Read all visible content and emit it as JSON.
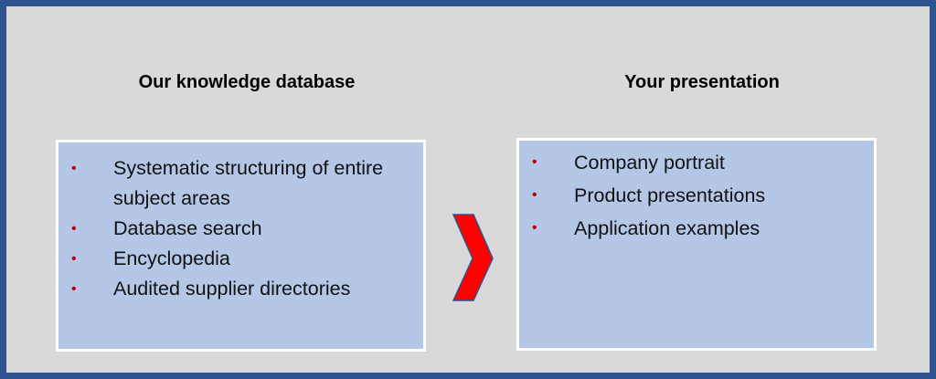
{
  "left": {
    "title": "Our knowledge database",
    "items": [
      "Systematic structuring of entire subject areas",
      "Database search",
      "Encyclopedia",
      "Audited supplier directories"
    ]
  },
  "right": {
    "title": "Your presentation",
    "items": [
      "Company portrait",
      "Product presentations",
      "Application examples"
    ]
  },
  "colors": {
    "frame": "#2f5290",
    "background": "#d9d9d9",
    "box": "#b4c7e7",
    "bullet": "#c00000",
    "arrow": "#ff0000"
  },
  "arrow_icon": "chevron-right-icon"
}
